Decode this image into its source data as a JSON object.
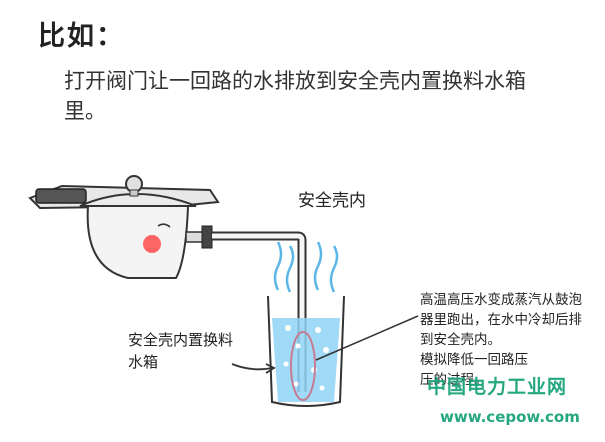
{
  "heading": "比如：",
  "intro": "打开阀门让一回路的水排放到安全壳内置换料水箱里。",
  "labels": {
    "containment": "安全壳内",
    "tank": "安全壳内置换料水箱"
  },
  "note": {
    "line1": "高温高压水变成蒸汽从鼓泡器里跑出，在水中冷却后排到安全壳内。",
    "line2": "模拟降低一回路压",
    "line3": "压的过程。"
  },
  "watermark": {
    "name": "中国电力工业网",
    "url": "www.cepow.com"
  },
  "colors": {
    "water": "#8fd3f4",
    "steam": "#5ab7e8",
    "blush": "#ff4b4b",
    "marker": "#c77b92"
  }
}
